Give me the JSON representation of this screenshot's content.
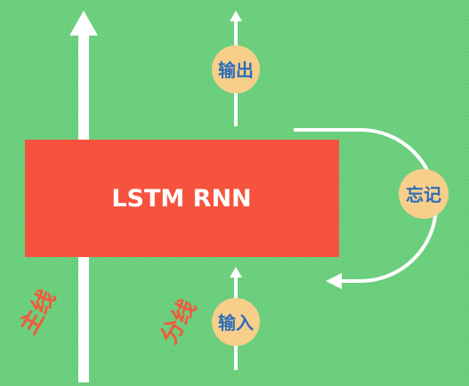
{
  "diagram": {
    "block_label": "LSTM RNN",
    "output_label": "输出",
    "input_label": "输入",
    "forget_label": "忘记",
    "main_line_label": "主线",
    "branch_line_label": "分线"
  },
  "colors": {
    "background": "#6ccf7e",
    "block": "#f5533d",
    "arrow": "#ffffff",
    "badge_fill": "#f7cf8a",
    "badge_text": "#2f6db8",
    "side_label": "#f25a3a"
  }
}
